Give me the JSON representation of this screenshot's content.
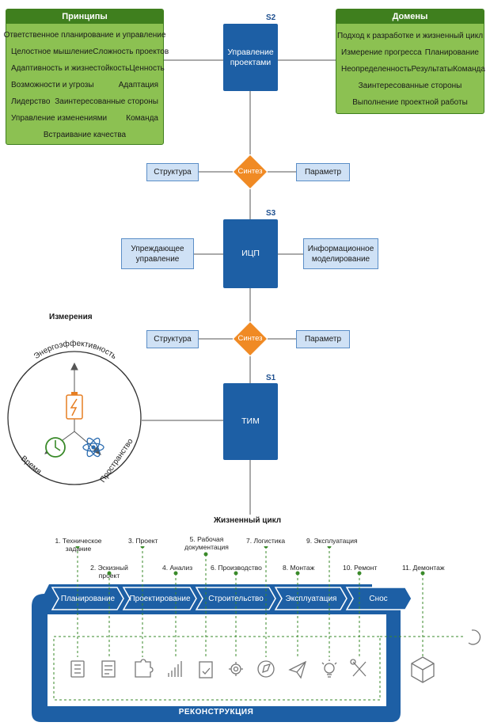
{
  "principles": {
    "title": "Принципы",
    "rows": [
      [
        "Ответственное планирование и управление"
      ],
      [
        "Целостное мышление",
        "Сложность проектов"
      ],
      [
        "Адаптивность и жизнестойкость",
        "Ценность"
      ],
      [
        "Возможности и угрозы",
        "Адаптация"
      ],
      [
        "Лидерство",
        "Заинтересованные стороны"
      ],
      [
        "Управление изменениями",
        "Команда"
      ],
      [
        "Встраивание качества"
      ]
    ]
  },
  "domains": {
    "title": "Домены",
    "rows": [
      [
        "Подход к разработке и жизненный цикл"
      ],
      [
        "Измерение прогресса",
        "Планирование"
      ],
      [
        "Неопределенность",
        "Результаты",
        "Команда"
      ],
      [
        "Заинтересованные стороны"
      ],
      [
        "Выполнение проектной работы"
      ]
    ]
  },
  "s2": {
    "tag": "S2",
    "label": "Управление проектами"
  },
  "synth1": {
    "left": "Структура",
    "center": "Синтез",
    "right": "Параметр"
  },
  "s3": {
    "tag": "S3",
    "label": "ИЦП",
    "left": "Упреждающее управление",
    "right": "Информационное моделирование"
  },
  "synth2": {
    "left": "Структура",
    "center": "Синтез",
    "right": "Параметр"
  },
  "s1": {
    "tag": "S1",
    "label": "ТИМ"
  },
  "measurements": {
    "title": "Измерения",
    "energy": "Энергоэффективность",
    "time": "Время",
    "space": "Пространство",
    "icons": [
      "battery-bolt-icon",
      "clock-icon",
      "atom-icon"
    ]
  },
  "lifecycle": {
    "title": "Жизненный цикл",
    "stages": [
      "1. Техническое задание",
      "2. Эскизный проект",
      "3. Проект",
      "4. Анализ",
      "5. Рабочая документация",
      "6. Производство",
      "7. Логистика",
      "8. Монтаж",
      "9. Эксплуатация",
      "10. Ремонт",
      "11. Демонтаж"
    ],
    "phases": [
      "Планирование",
      "Проектирование",
      "Строительство",
      "Эксплуатация",
      "Снос"
    ],
    "bottom": "РЕКОНСТРУКЦИЯ",
    "icons": [
      "checklist-icon",
      "document-pen-icon",
      "puzzle-icon",
      "growth-bars-icon",
      "clipboard-check-icon",
      "gear-icon",
      "compass-icon",
      "paper-plane-icon",
      "lightbulb-icon",
      "tools-icon",
      "box-icon"
    ]
  },
  "colors": {
    "green": "#8cc152",
    "dark_green": "#3f7f1e",
    "blue": "#1d5fa5",
    "light_blue": "#cfe1f5",
    "orange": "#f08a24"
  }
}
